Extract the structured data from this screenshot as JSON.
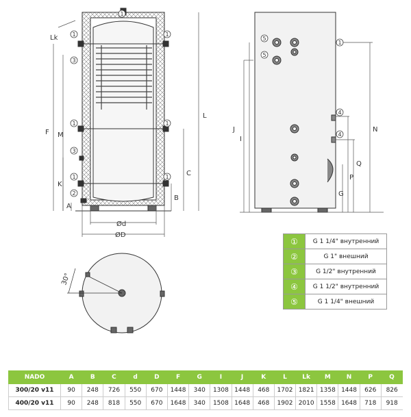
{
  "labels": {
    "lk": "Lk",
    "f": "F",
    "m": "M",
    "k": "K",
    "a": "A",
    "l": "L",
    "c": "C",
    "b": "B",
    "d_inner": "Ød",
    "d_outer": "ØD",
    "j": "J",
    "i": "I",
    "n": "N",
    "q": "Q",
    "p": "P",
    "g": "G",
    "angle": "30°",
    "c1": "1",
    "c2": "2",
    "c3": "3",
    "c4": "4",
    "c5": "5"
  },
  "legend": [
    {
      "num": "①",
      "text": "G 1 1/4\" внутренний"
    },
    {
      "num": "②",
      "text": "G 1\" внешний"
    },
    {
      "num": "③",
      "text": "G 1/2\" внутренний"
    },
    {
      "num": "④",
      "text": "G 1 1/2\" внутренний"
    },
    {
      "num": "⑤",
      "text": "G 1 1/4\" внешний"
    }
  ],
  "table": {
    "headers": [
      "NADO",
      "A",
      "B",
      "C",
      "d",
      "D",
      "F",
      "G",
      "I",
      "J",
      "K",
      "L",
      "Lk",
      "M",
      "N",
      "P",
      "Q"
    ],
    "rows": [
      [
        "300/20 v11",
        "90",
        "248",
        "726",
        "550",
        "670",
        "1448",
        "340",
        "1308",
        "1448",
        "468",
        "1702",
        "1821",
        "1358",
        "1448",
        "626",
        "826"
      ],
      [
        "400/20 v11",
        "90",
        "248",
        "818",
        "550",
        "670",
        "1648",
        "340",
        "1508",
        "1648",
        "468",
        "1902",
        "2010",
        "1558",
        "1648",
        "718",
        "918"
      ]
    ]
  },
  "colors": {
    "accent": "#8cc63f",
    "line": "#333333",
    "tank_fill": "#f2f2f2"
  }
}
